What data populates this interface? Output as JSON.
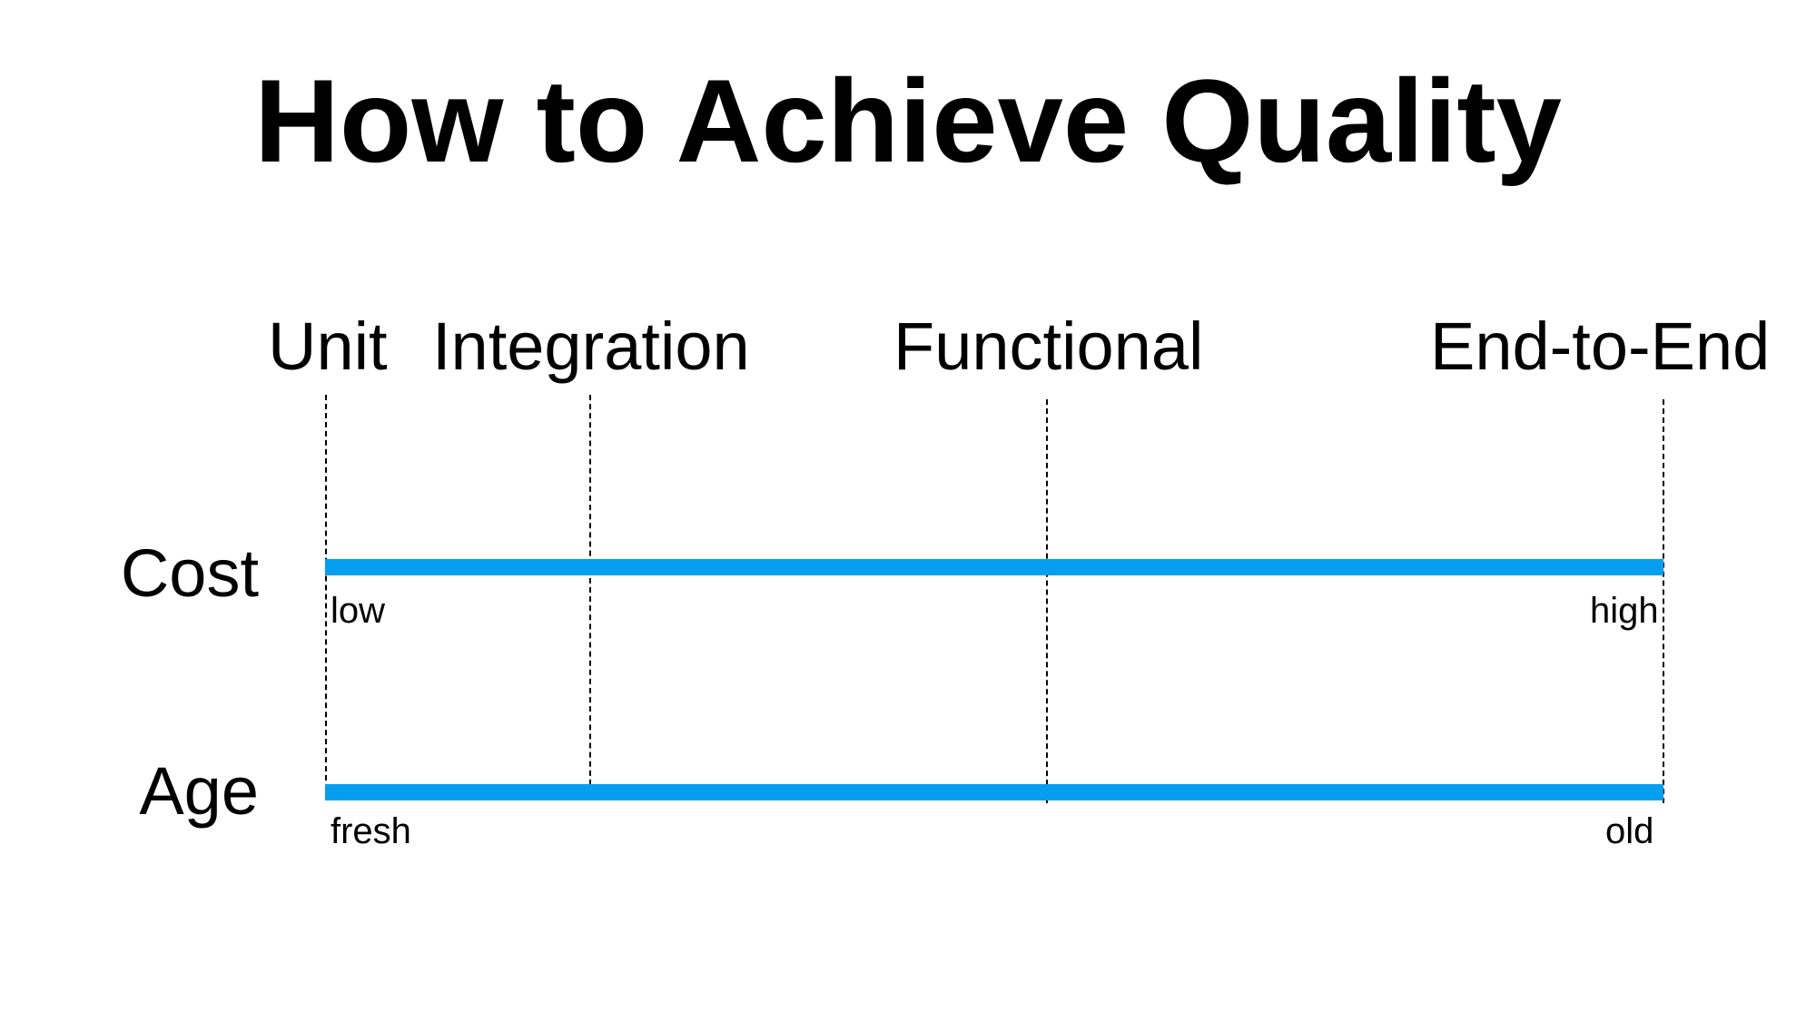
{
  "title": "How to Achieve Quality",
  "test_levels": [
    {
      "label": "Unit"
    },
    {
      "label": "Integration"
    },
    {
      "label": "Functional"
    },
    {
      "label": "End-to-End"
    }
  ],
  "rows": [
    {
      "label": "Cost",
      "start_label": "low",
      "end_label": "high"
    },
    {
      "label": "Age",
      "start_label": "fresh",
      "end_label": "old"
    }
  ],
  "colors": {
    "bar": "#069ff0",
    "text": "#000000",
    "background": "#ffffff"
  }
}
